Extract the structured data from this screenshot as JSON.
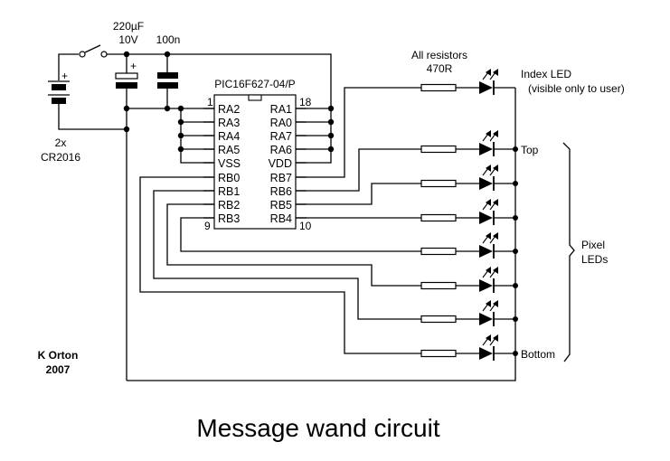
{
  "title": "Message wand circuit",
  "credit": {
    "author": "K Orton",
    "year": "2007"
  },
  "battery": {
    "label_count": "2x",
    "label_type": "CR2016",
    "polarity": "+"
  },
  "capacitors": {
    "electrolytic": {
      "value": "220µF",
      "voltage": "10V",
      "polarity": "+"
    },
    "ceramic": {
      "value": "100n"
    }
  },
  "chip": {
    "part": "PIC16F627-04/P",
    "pin_numbers": {
      "top_left": "1",
      "top_right": "18",
      "bottom_left": "9",
      "bottom_right": "10"
    },
    "left_pins": [
      "RA2",
      "RA3",
      "RA4",
      "RA5",
      "VSS",
      "RB0",
      "RB1",
      "RB2",
      "RB3"
    ],
    "right_pins": [
      "RA1",
      "RA0",
      "RA7",
      "RA6",
      "VDD",
      "RB7",
      "RB6",
      "RB5",
      "RB4"
    ]
  },
  "resistors": {
    "note_line1": "All resistors",
    "note_line2": "470R"
  },
  "index_led": {
    "label": "Index LED",
    "sublabel": "(visible only to user)",
    "driven_by": "RB7"
  },
  "pixel_leds": {
    "group_label_line1": "Pixel",
    "group_label_line2": "LEDs",
    "top_label": "Top",
    "bottom_label": "Bottom",
    "rows": [
      {
        "pin": "RB6"
      },
      {
        "pin": "RB5"
      },
      {
        "pin": "RB4"
      },
      {
        "pin": "RB3"
      },
      {
        "pin": "RB2"
      },
      {
        "pin": "RB1"
      },
      {
        "pin": "RB0"
      }
    ]
  }
}
